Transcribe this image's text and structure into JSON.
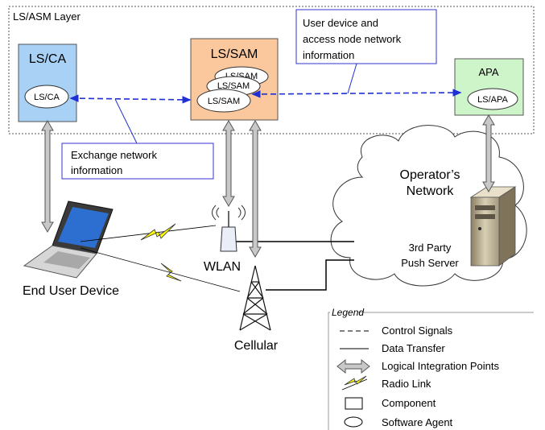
{
  "layer": {
    "title": "LS/ASM Layer"
  },
  "components": {
    "lsca": {
      "title": "LS/CA",
      "agent": "LS/CA",
      "fill": "#a8d1f5"
    },
    "lssam": {
      "title": "LS/SAM",
      "agents": [
        "LS/SAM",
        "LS/SAM",
        "LS/SAM"
      ],
      "fill": "#fbc89e"
    },
    "apa": {
      "title": "APA",
      "agent": "LS/APA",
      "fill": "#cdf5c9"
    }
  },
  "callouts": {
    "user_device_info": {
      "lines": [
        "User device and",
        "access node network",
        "information"
      ]
    },
    "exchange_info": {
      "lines": [
        "Exchange network",
        "information"
      ]
    }
  },
  "labels": {
    "operator_network": [
      "Operator’s",
      "Network"
    ],
    "push_server": [
      "3rd Party",
      "Push Server"
    ],
    "wlan": "WLAN",
    "cellular": "Cellular",
    "end_user_device": "End User Device"
  },
  "legend": {
    "title": "Legend",
    "items": [
      {
        "icon": "dashed-line-icon",
        "label": "Control Signals"
      },
      {
        "icon": "solid-line-icon",
        "label": "Data Transfer"
      },
      {
        "icon": "double-arrow-icon",
        "label": "Logical Integration Points"
      },
      {
        "icon": "lightning-icon",
        "label": "Radio Link"
      },
      {
        "icon": "rectangle-icon",
        "label": "Component"
      },
      {
        "icon": "ellipse-icon",
        "label": "Software Agent"
      }
    ]
  },
  "colors": {
    "control_signal": "#1f2fd6",
    "radio_link": "#ffff00",
    "integration_arrow": "#bfbfbf"
  }
}
